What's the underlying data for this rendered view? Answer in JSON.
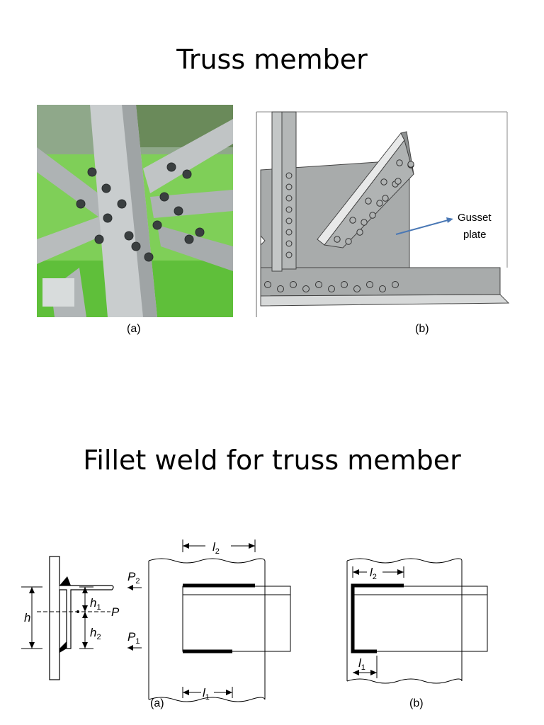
{
  "titles": {
    "top": "Truss member",
    "bottom": "Fillet weld for truss member"
  },
  "top_figure": {
    "caption_a": "(a)",
    "caption_b": "(b)",
    "gusset_label_line1": "Gusset",
    "gusset_label_line2": "plate",
    "colors": {
      "steel": "#b9bcbc",
      "gusset": "#a8abab",
      "grass": "#6fc24a",
      "arrow": "#4a78b5"
    }
  },
  "bottom_figure": {
    "caption_a": "(a)",
    "caption_b": "(b)",
    "labels": {
      "h": "h",
      "h1": "h",
      "h1_sub": "1",
      "h2": "h",
      "h2_sub": "2",
      "P": "P",
      "P1": "P",
      "P1_sub": "1",
      "P2": "P",
      "P2_sub": "2",
      "l1": "l",
      "l1_sub": "1",
      "l2": "l",
      "l2_sub": "2"
    }
  }
}
